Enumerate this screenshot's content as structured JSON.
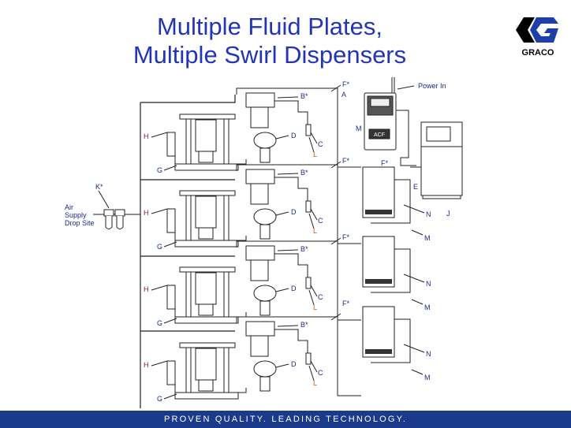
{
  "title": {
    "line1": "Multiple Fluid Plates,",
    "line2": "Multiple Swirl Dispensers"
  },
  "logo": {
    "text": "GRACO",
    "colors": {
      "black": "#000000",
      "blue": "#1f3fa8"
    }
  },
  "footer": {
    "tagline": "PROVEN QUALITY. LEADING TECHNOLOGY."
  },
  "diagram": {
    "rows": [
      {
        "h": "H",
        "g": "G",
        "b": "B*",
        "d": "D",
        "c": "C",
        "l": "L",
        "f": "F*"
      },
      {
        "h": "H",
        "g": "G",
        "b": "B*",
        "d": "D",
        "c": "C",
        "l": "L",
        "f": "F*"
      },
      {
        "h": "H",
        "g": "G",
        "b": "B*",
        "d": "D",
        "c": "C",
        "l": "L",
        "f": "F*"
      },
      {
        "h": "H",
        "g": "G",
        "b": "B*",
        "d": "D",
        "c": "C",
        "l": "L",
        "f": "F*"
      }
    ],
    "controller": {
      "a": "A",
      "m": "M",
      "power_in": "Power In",
      "f": "F*",
      "e": "E",
      "j": "J",
      "brand": "ACF"
    },
    "modules": [
      {
        "n": "N",
        "m": "M"
      },
      {
        "n": "N",
        "m": "M"
      },
      {
        "n": "N",
        "m": "M"
      }
    ],
    "air": {
      "k": "K*",
      "line1": "Air",
      "line2": "Supply",
      "line3": "Drop Site"
    }
  },
  "colors": {
    "title": "#2335b5",
    "footer": "#1b3a8c",
    "label": "#1a2a8a",
    "orange_label": "#c0601a"
  }
}
